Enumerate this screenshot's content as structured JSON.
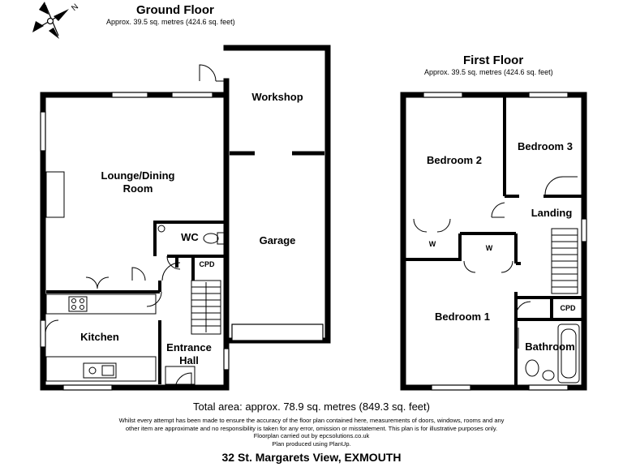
{
  "ground_floor": {
    "title": "Ground Floor",
    "approx": "Approx. 39.5 sq. metres (424.6 sq. feet)",
    "rooms": {
      "workshop": "Workshop",
      "lounge": "Lounge/Dining Room",
      "wc": "WC",
      "cpd": "CPD",
      "garage": "Garage",
      "kitchen": "Kitchen",
      "entrance": "Entrance Hall"
    }
  },
  "first_floor": {
    "title": "First Floor",
    "approx": "Approx. 39.5 sq. metres (424.6 sq. feet)",
    "rooms": {
      "bedroom2": "Bedroom 2",
      "bedroom3": "Bedroom 3",
      "landing": "Landing",
      "w1": "W",
      "w2": "W",
      "bedroom1": "Bedroom 1",
      "cpd": "CPD",
      "bathroom": "Bathroom"
    }
  },
  "compass": {
    "label": "N"
  },
  "footer": {
    "total_area": "Total area: approx. 78.9 sq. metres (849.3 sq. feet)",
    "disclaimer_1": "Whilst every attempt has been made to ensure the accuracy of the floor plan contained here, measurements of doors, windows, rooms and any",
    "disclaimer_2": "other item are approximate and no responsibility is taken for any error, omission or misstatement. This plan is for illustrative purposes only.",
    "credit_1": "Floorplan carried out by epcsolutions.co.uk",
    "credit_2": "Plan produced using PlanUp.",
    "address": "32 St. Margarets View, EXMOUTH"
  }
}
